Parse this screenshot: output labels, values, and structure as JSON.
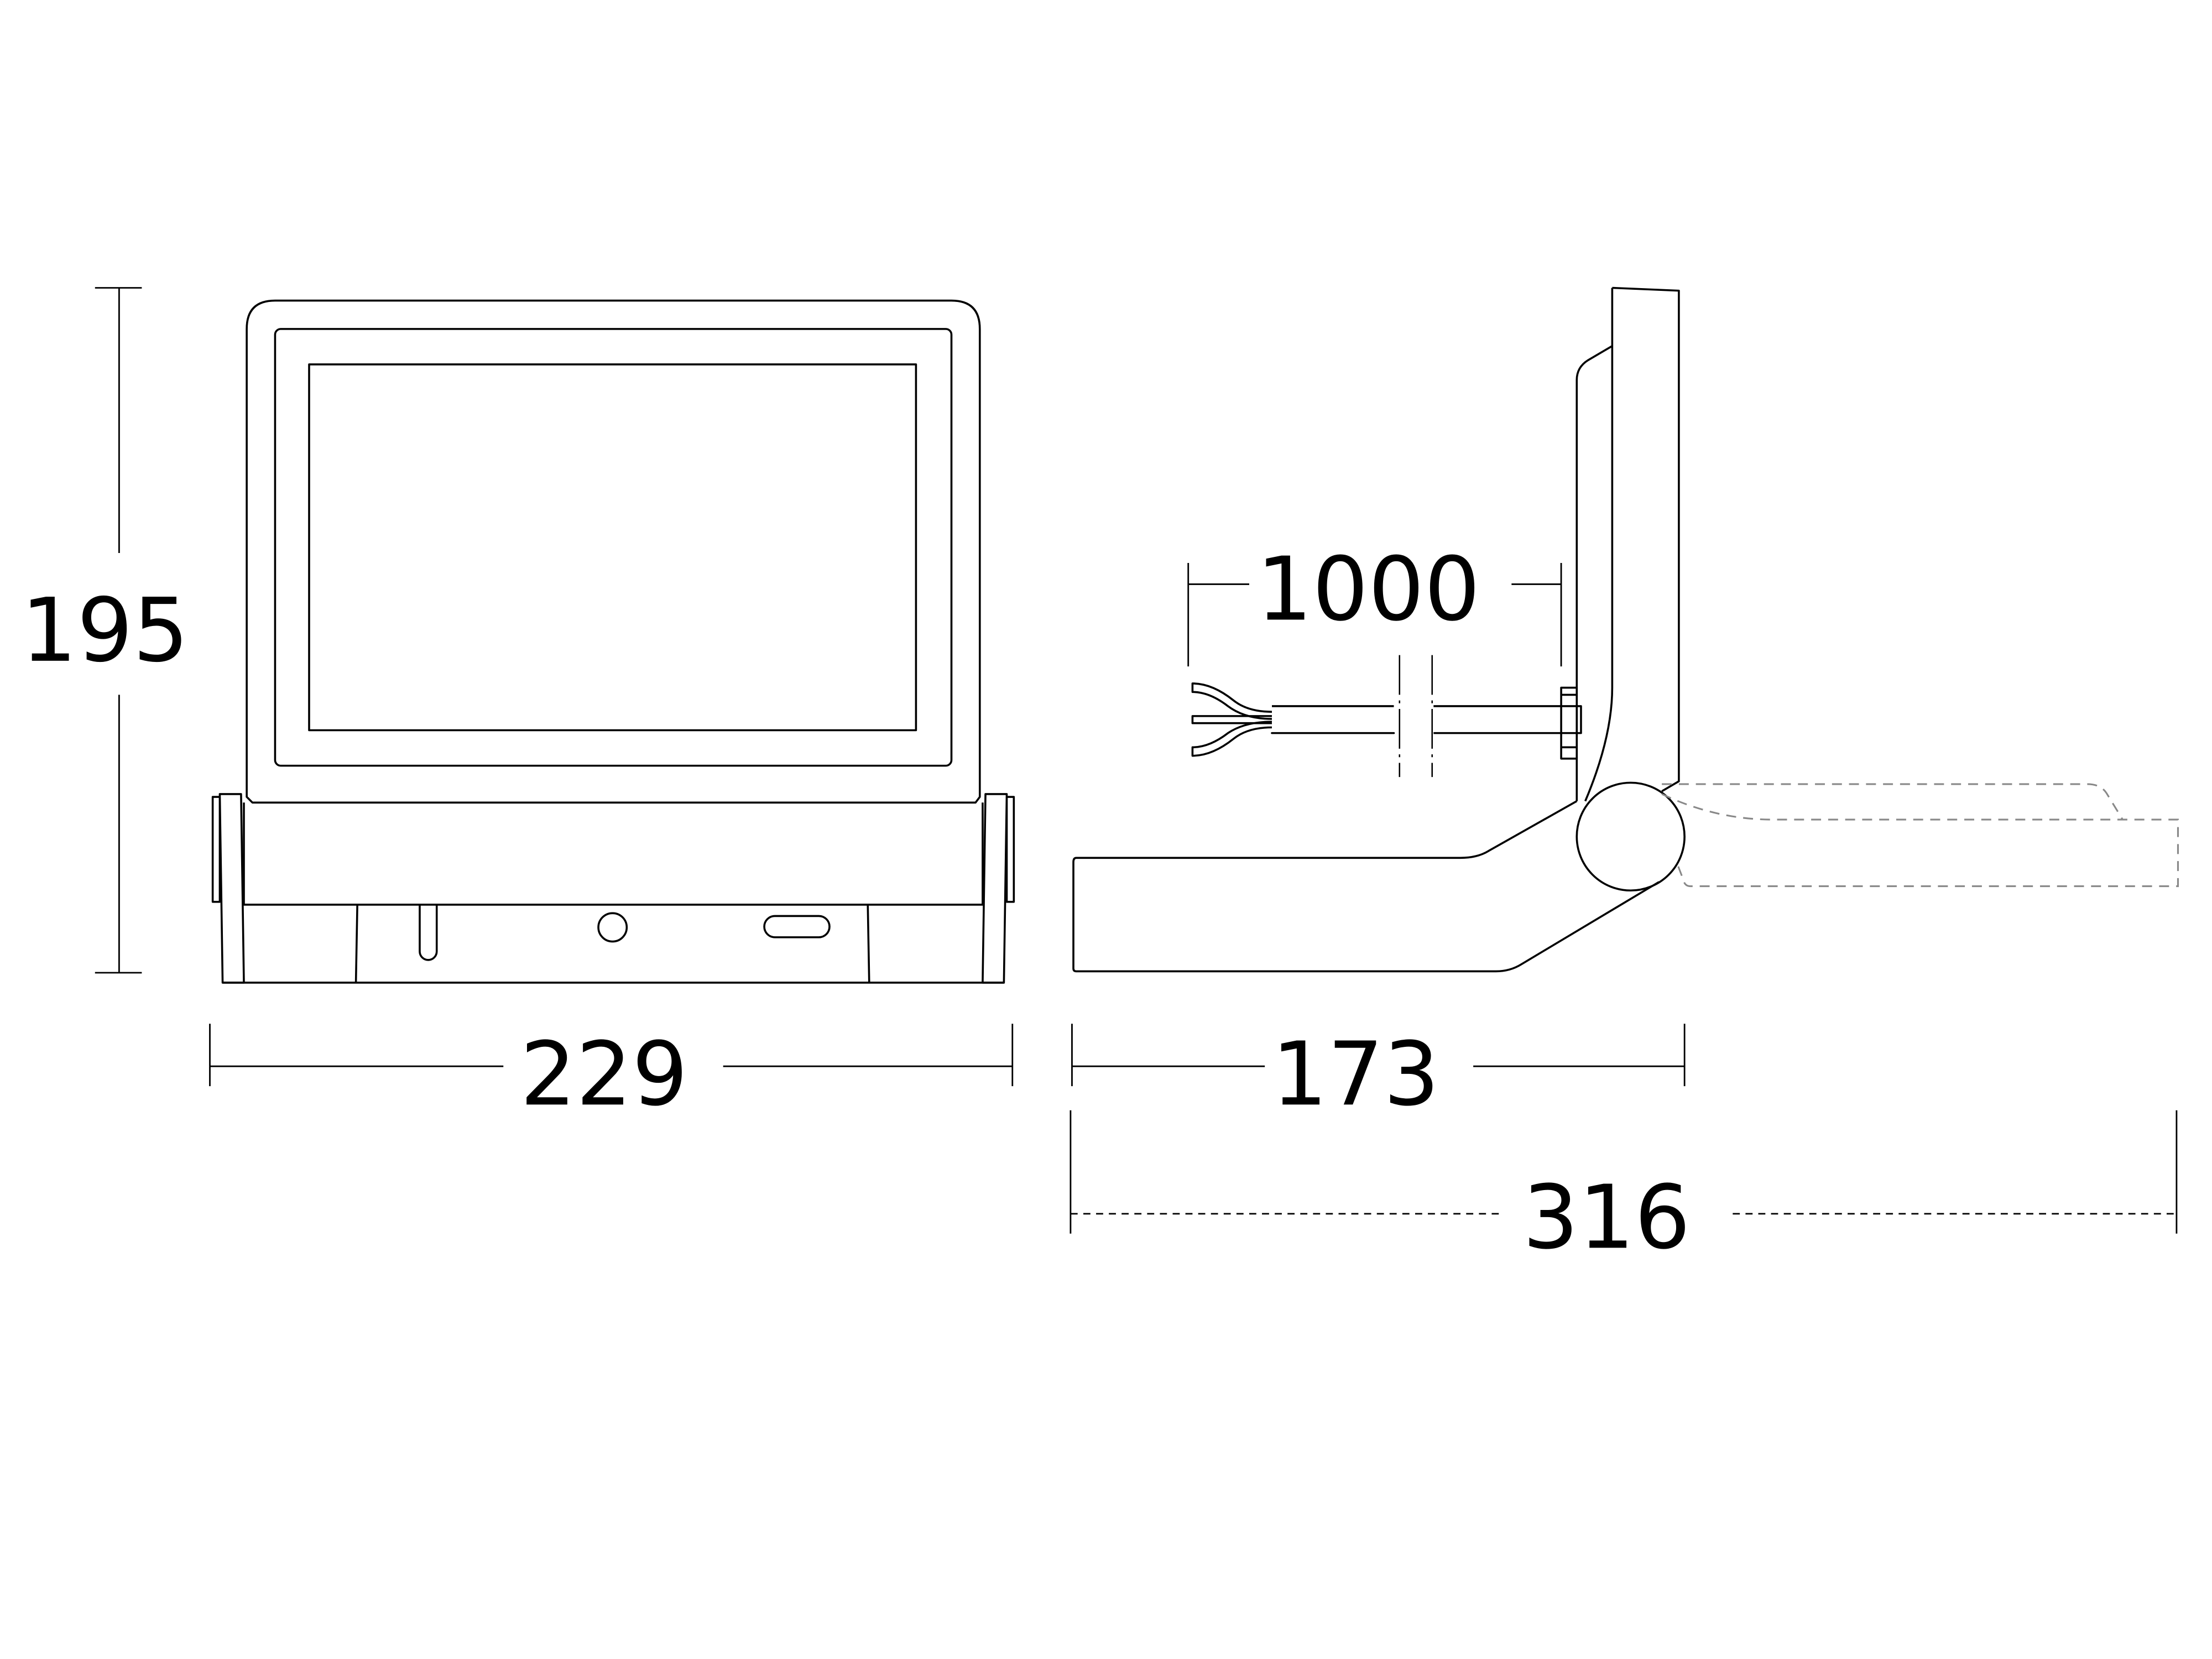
{
  "drawing": {
    "dimensions": {
      "height": "195",
      "width": "229",
      "depth": "173",
      "depth_tilted": "316",
      "cable_length": "1000"
    },
    "colors": {
      "line": "#000000",
      "ghost_outline": "#888888",
      "background": "#ffffff"
    }
  }
}
